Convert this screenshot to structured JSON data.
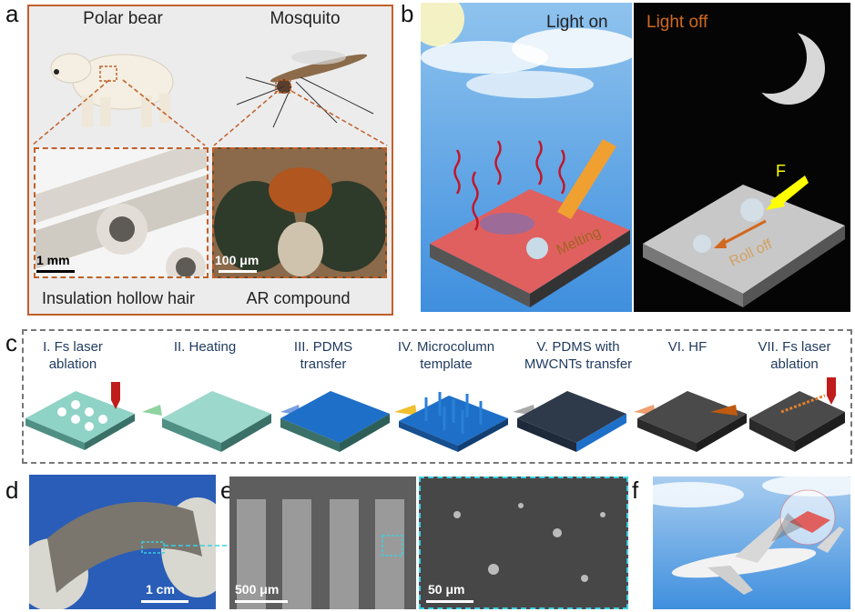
{
  "panel_labels": {
    "a": "a",
    "b": "b",
    "c": "c",
    "d": "d",
    "e": "e",
    "f": "f"
  },
  "panel_a": {
    "left_title": "Polar bear",
    "right_title": "Mosquito",
    "left_caption": "Insulation hollow hair",
    "right_caption": "AR compound",
    "left_scale": "1 mm",
    "right_scale": "100 μm",
    "border_color": "#c0602a"
  },
  "panel_b": {
    "light_on": "Light on",
    "light_off": "Light off",
    "melting": "Melting",
    "force": "F",
    "roll_off": "Roll off",
    "accent_color": "#d2691e"
  },
  "panel_c": {
    "steps": [
      {
        "line1": "I. Fs laser",
        "line2": "ablation"
      },
      {
        "line1": "II. Heating",
        "line2": ""
      },
      {
        "line1": "III. PDMS",
        "line2": "transfer"
      },
      {
        "line1": "IV. Microcolumn",
        "line2": "template"
      },
      {
        "line1": "V. PDMS with",
        "line2": "MWCNTs transfer"
      },
      {
        "line1": "VI. HF",
        "line2": ""
      },
      {
        "line1": "VII. Fs laser",
        "line2": "ablation"
      }
    ]
  },
  "panel_d": {
    "scale": "1 cm"
  },
  "panel_e": {
    "scale_left": "500 μm",
    "scale_right": "50 μm"
  }
}
